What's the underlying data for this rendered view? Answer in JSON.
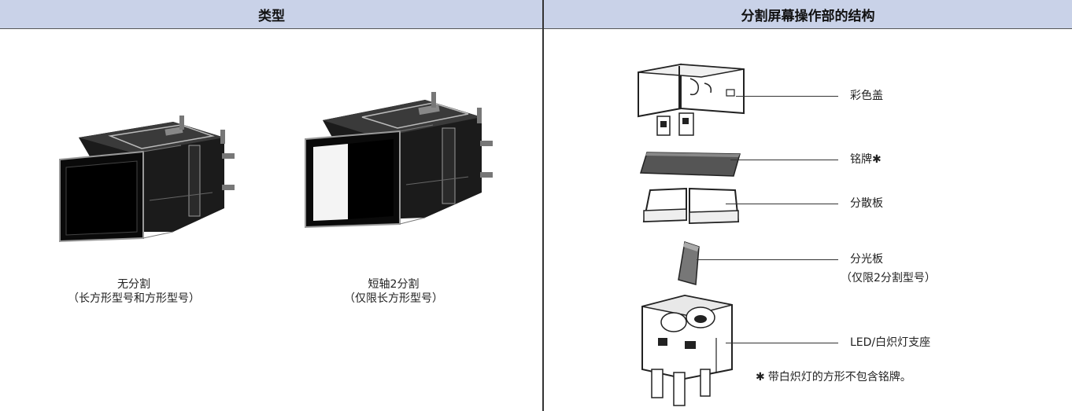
{
  "headers": {
    "left": "类型",
    "right": "分割屏幕操作部的结构"
  },
  "types": [
    {
      "line1": "无分割",
      "line2": "（长方形型号和方形型号）"
    },
    {
      "line1": "短轴2分割",
      "line2": "（仅限长方形型号）"
    }
  ],
  "parts": [
    {
      "label": "彩色盖"
    },
    {
      "label": "铭牌✱"
    },
    {
      "label": "分散板"
    },
    {
      "label": "分光板",
      "sublabel": "（仅限2分割型号）"
    },
    {
      "label": "LED/白炽灯支座"
    }
  ],
  "note": {
    "star": "✱",
    "text": "带白炽灯的方形不包含铭牌。"
  }
}
